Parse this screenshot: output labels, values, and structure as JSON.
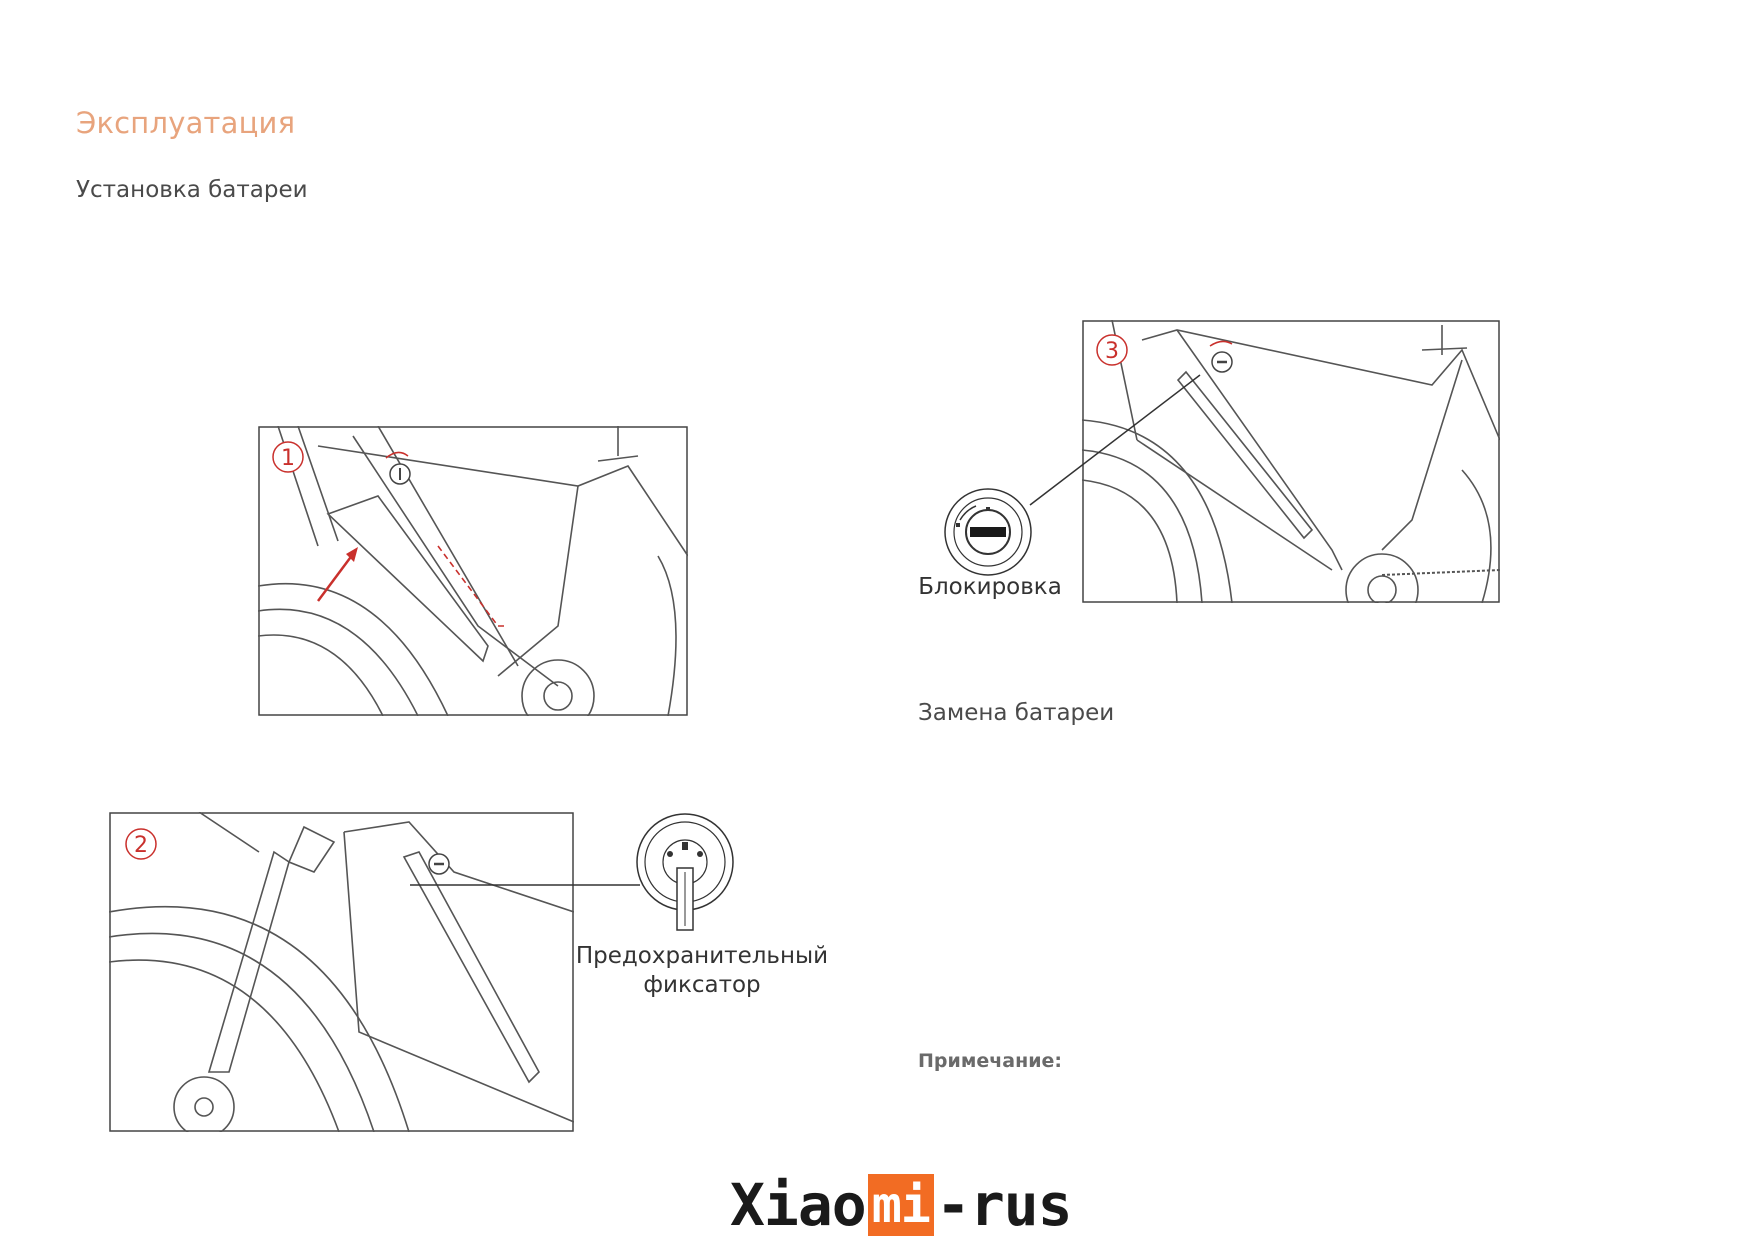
{
  "page": {
    "section_title": "Эксплуатация",
    "install_heading": "Установка батареи",
    "replace_heading": "Замена батареи",
    "note_label": "Примечание:"
  },
  "figures": {
    "step1": {
      "number": "1"
    },
    "step2": {
      "number": "2",
      "label_line1": "Предохранительный",
      "label_line2": "фиксатор"
    },
    "step3": {
      "number": "3",
      "label": "Блокировка"
    }
  },
  "logo": {
    "part1": "Xiao",
    "part2": "mi",
    "part3": "-rus"
  },
  "colors": {
    "accent": "#e8a47d",
    "step_red": "#c9302c",
    "logo_orange": "#f26c23"
  }
}
